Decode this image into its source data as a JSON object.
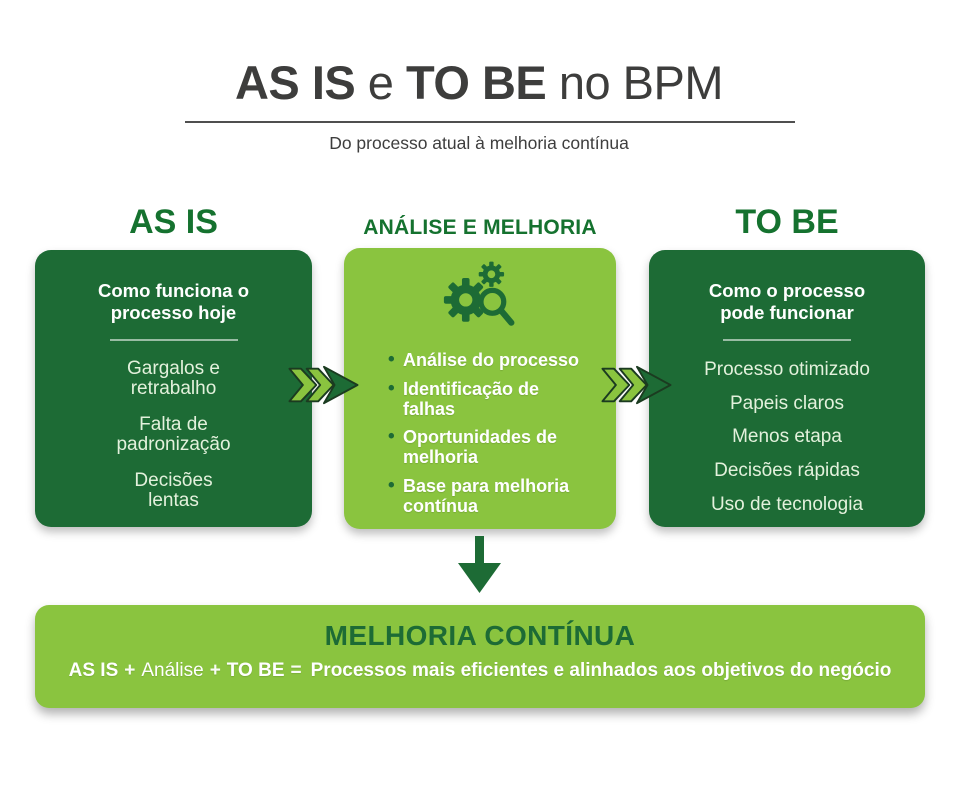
{
  "header": {
    "title_bold_1": "AS IS",
    "title_regular_1": " e ",
    "title_bold_2": "TO BE",
    "title_regular_2": " no BPM",
    "subtitle": "Do processo atual à melhoria contínua"
  },
  "as_is": {
    "header": "AS IS",
    "card_title": "Como funciona o\nprocesso hoje",
    "items": [
      "Gargalos e\nretrabalho",
      "Falta de\npadronização",
      "Decisões\nlentas"
    ]
  },
  "analise": {
    "header": "ANÁLISE E MELHORIA",
    "icon": "gears-magnifier-icon",
    "items": [
      "Análise do processo",
      "Identificação de\nfalhas",
      "Oportunidades de\nmelhoria",
      "Base para melhoria\ncontínua"
    ]
  },
  "to_be": {
    "header": "TO BE",
    "card_title": "Como o processo\npode funcionar",
    "items": [
      "Processo otimizado",
      "Papeis claros",
      "Menos etapa",
      "Decisões rápidas",
      "Uso de tecnologia"
    ]
  },
  "banner": {
    "title": "MELHORIA CONTÍNUA",
    "formula_as_is": "AS IS",
    "formula_plus_1": "+",
    "formula_analise": "Análise",
    "formula_plus_2": "+",
    "formula_to_be": "TO BE",
    "formula_equals": "=",
    "formula_result": "Processos mais eficientes e alinhados aos objetivos do negócio"
  },
  "icons": {
    "analysis": "gears-magnifier-icon",
    "flow": "triple-chevron-right-icon",
    "down": "down-arrow-icon"
  },
  "colors": {
    "dark_green": "#1d6b35",
    "light_green": "#8ac43f",
    "heading_green": "#15722f",
    "title_gray": "#3d3d3c",
    "card_item_text": "#e3f1dc",
    "outline_dark": "#1b3b20",
    "underline_gray": "#4f4f4f"
  }
}
